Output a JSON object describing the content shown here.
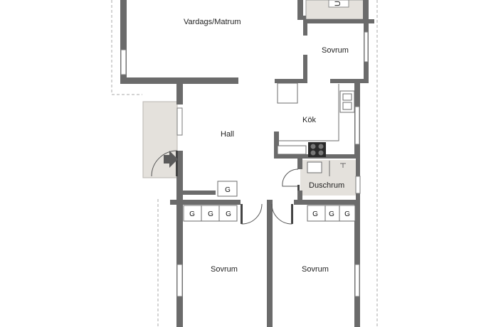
{
  "rooms": {
    "living": "Vardags/Matrum",
    "bedroom_top": "Sovrum",
    "kitchen": "Kök",
    "hall": "Hall",
    "shower": "Duschrum",
    "bedroom_left": "Sovrum",
    "bedroom_right": "Sovrum"
  },
  "wardrobe_letter": "G",
  "partial_label": "U",
  "colors": {
    "wall": "#6b6b6b",
    "floor": "#ffffff",
    "tile": "#e4e1dc",
    "outline": "#9a9a9a"
  }
}
